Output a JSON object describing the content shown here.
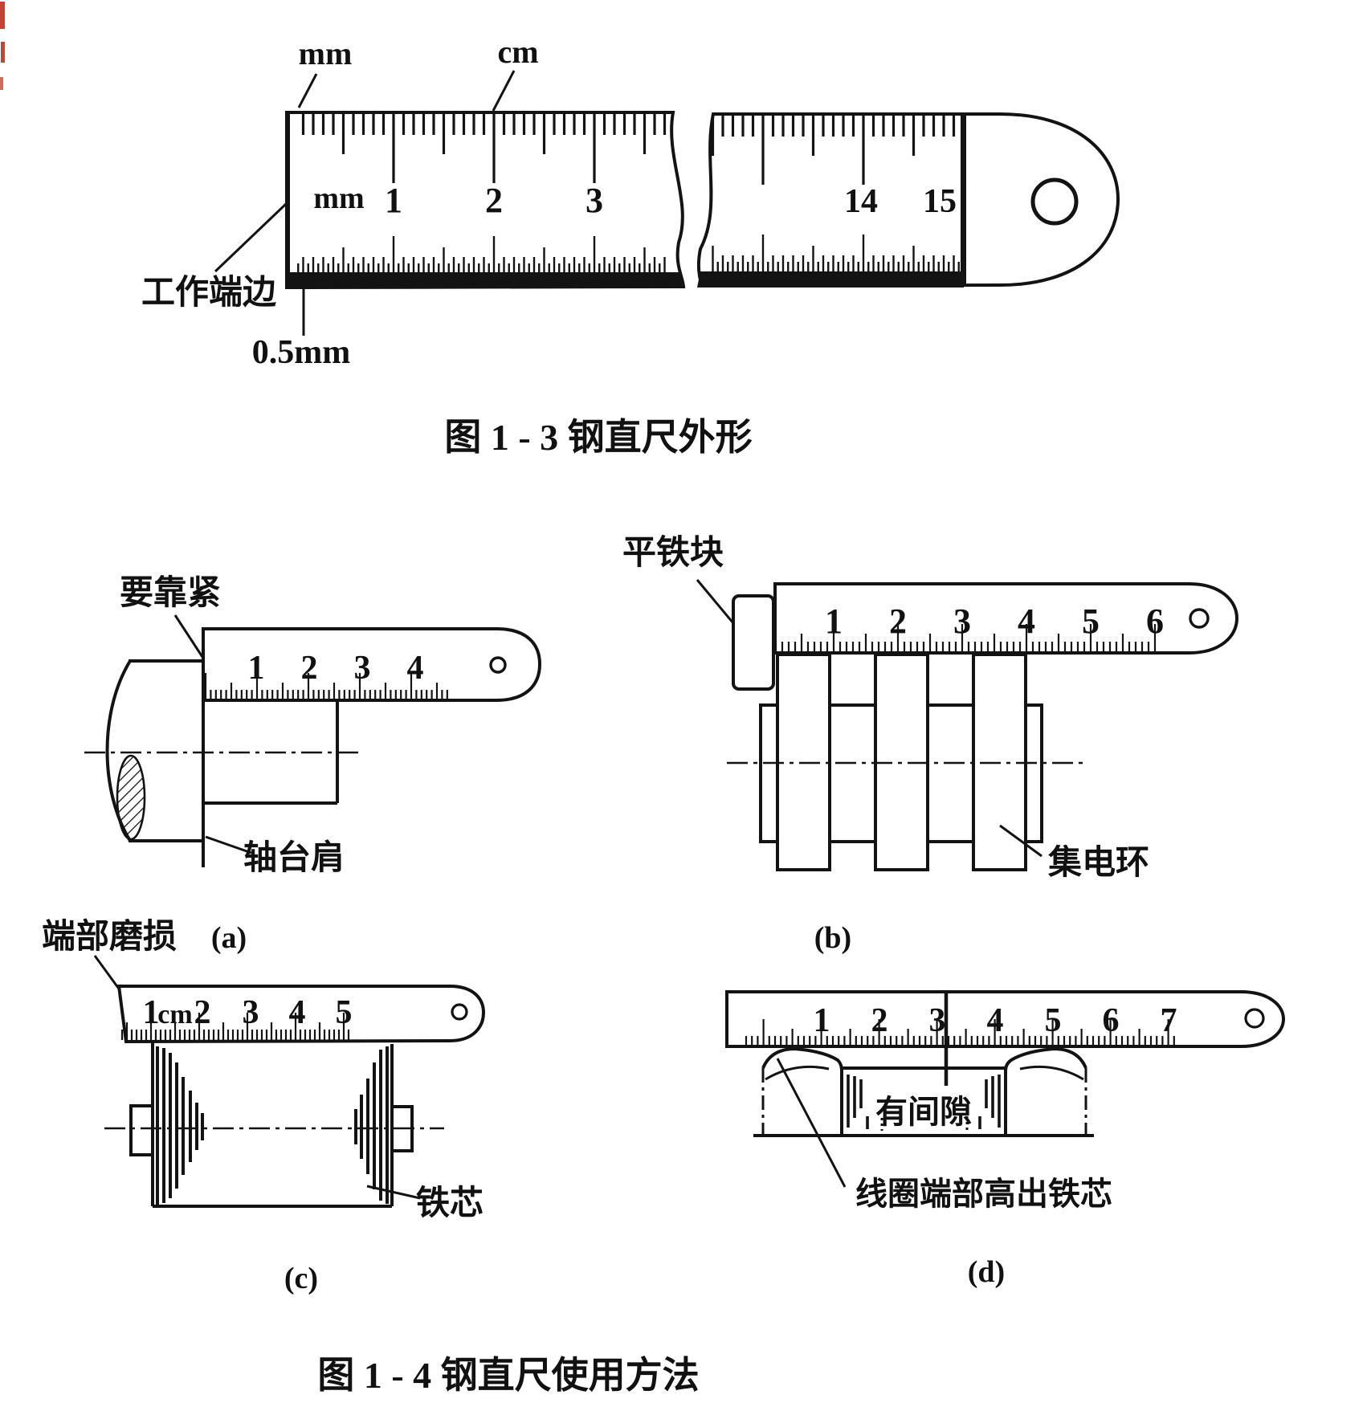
{
  "figure1_3": {
    "caption": "图 1 - 3   钢直尺外形",
    "labels": {
      "mm_top": "mm",
      "cm_top": "cm",
      "mm_inside": "mm",
      "working_edge": "工作端边",
      "half_mm": "0.5mm"
    },
    "numbers_left": [
      "1",
      "2",
      "3"
    ],
    "numbers_right": [
      "14",
      "15"
    ]
  },
  "figure1_4": {
    "caption": "图 1 - 4   钢直尺使用方法",
    "sub_a": {
      "caption": "(a)",
      "label_press": "要靠紧",
      "label_shoulder": "轴台肩",
      "numbers": [
        "1",
        "2",
        "3",
        "4"
      ]
    },
    "sub_b": {
      "caption": "(b)",
      "label_block": "平铁块",
      "label_ring": "集电环",
      "numbers": [
        "1",
        "2",
        "3",
        "4",
        "5",
        "6"
      ]
    },
    "sub_c": {
      "caption": "(c)",
      "label_wear": "端部磨损",
      "unit": "cm",
      "label_core": "铁芯",
      "numbers": [
        "1",
        "2",
        "3",
        "4",
        "5"
      ]
    },
    "sub_d": {
      "caption": "(d)",
      "label_gap": "有间隙",
      "label_coil": "线圈端部高出铁芯",
      "numbers": [
        "1",
        "2",
        "3",
        "4",
        "5",
        "6",
        "7"
      ]
    }
  }
}
